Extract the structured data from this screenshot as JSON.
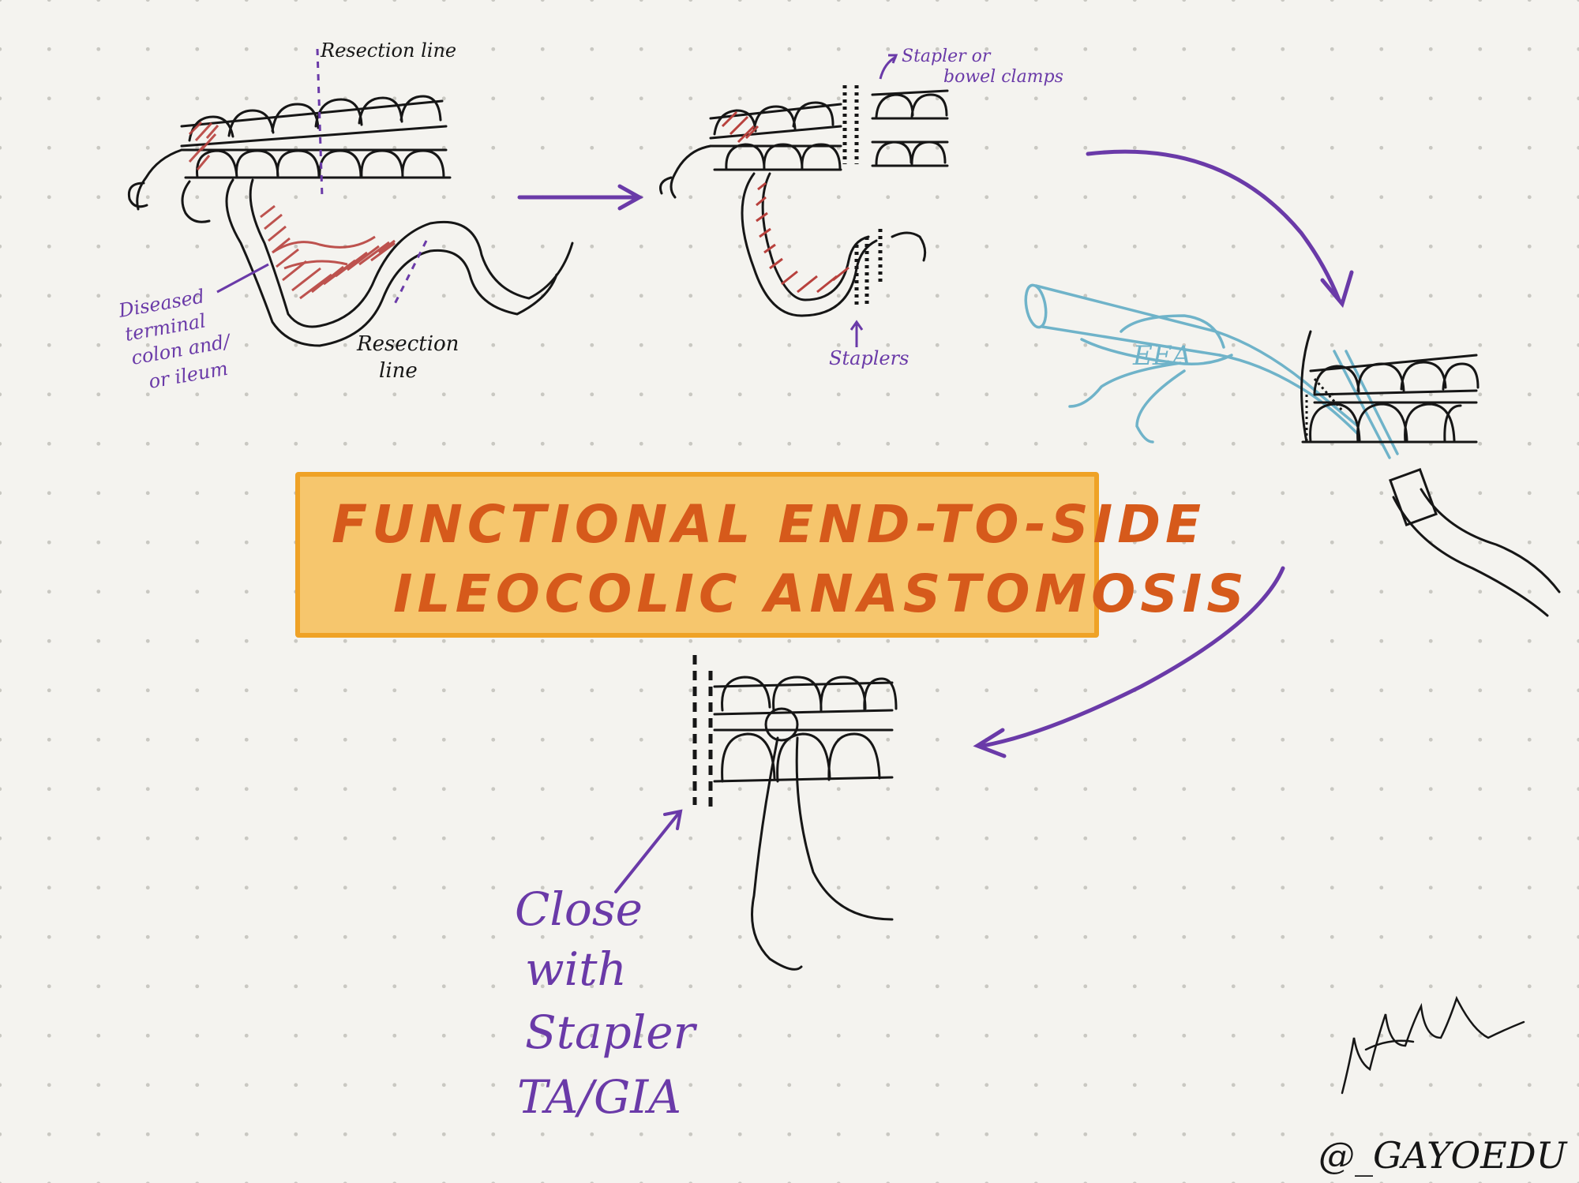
{
  "diagram": {
    "title_line1": "FUNCTIONAL END-TO-SIDE",
    "title_line2": "ILEOCOLIC ANASTOMOSIS",
    "panel1": {
      "resection_top": "Resection line",
      "resection_bottom_line1": "Resection",
      "resection_bottom_line2": "line",
      "diseased_line1": "Diseased",
      "diseased_line2": "terminal",
      "diseased_line3": "colon and/",
      "diseased_line4": "or ileum"
    },
    "panel2": {
      "stapler_clamps_line1": "Stapler or",
      "stapler_clamps_line2": "bowel clamps",
      "staplers": "Staplers"
    },
    "panel3": {
      "eea": "EEA"
    },
    "panel4": {
      "close_line1": "Close",
      "close_line2": "with",
      "close_line3": "Stapler",
      "close_line4": "TA/GIA"
    },
    "credit": {
      "handle": "@_GAYOEDU"
    },
    "colors": {
      "arrow": "#6a3aa8",
      "ink": "#161616",
      "diseased": "#b8413d",
      "eea": "#6fb3c9",
      "title_text": "#d65a1b",
      "title_box": "#f6c66d"
    }
  }
}
